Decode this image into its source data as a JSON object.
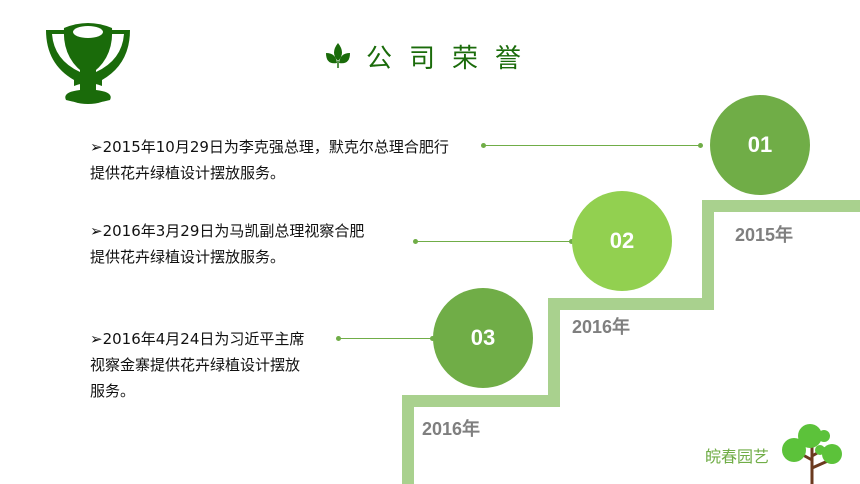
{
  "title": "公司荣誉",
  "brand": "皖春园艺",
  "items": [
    {
      "num": "01",
      "year": "2015年",
      "text1": "➢2015年10月29日为李克强总理，默克尔总理合肥行",
      "text2": "提供花卉绿植设计摆放服务。"
    },
    {
      "num": "02",
      "year": "2016年",
      "text1": "➢2016年3月29日为马凯副总理视察合肥",
      "text2": "提供花卉绿植设计摆放服务。"
    },
    {
      "num": "03",
      "year": "2016年",
      "text1": "➢2016年4月24日为习近平主席",
      "text2": "视察金寨提供花卉绿植设计摆放",
      "text3": "服务。"
    }
  ],
  "colors": {
    "dark": "#1a6b0a",
    "green": "#70ad47",
    "light": "#92d050",
    "stair": "#a9d18e"
  }
}
